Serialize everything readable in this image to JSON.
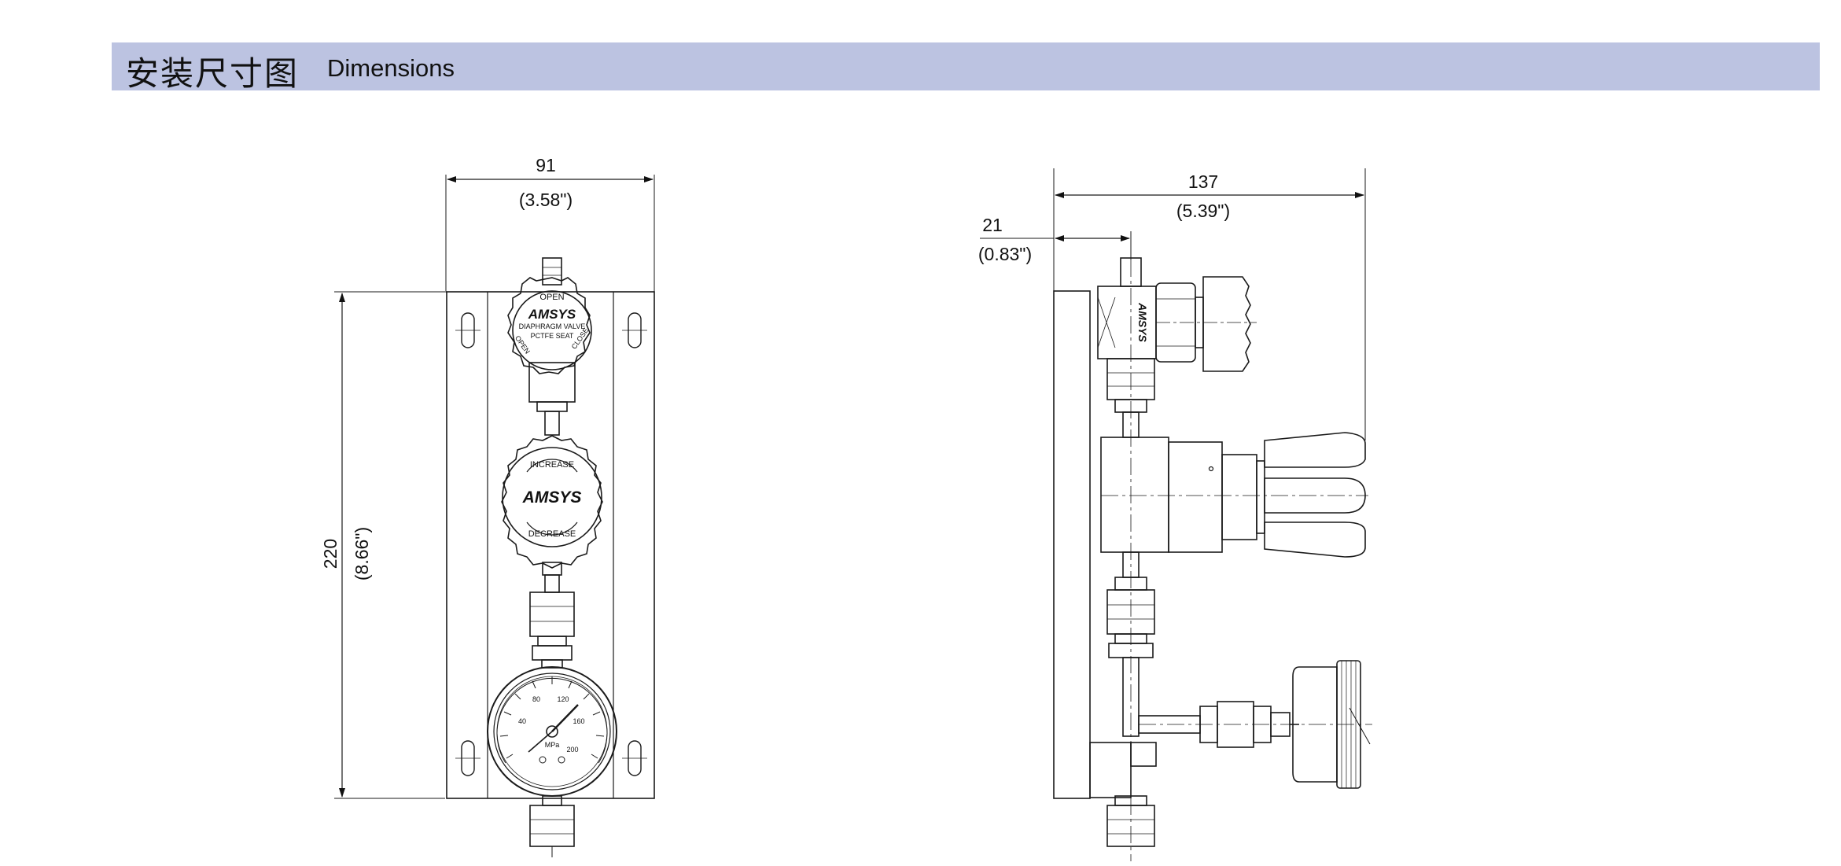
{
  "header": {
    "title_zh": "安装尺寸图",
    "title_en": "Dimensions",
    "bar_color": "#bcc3e1"
  },
  "front_view": {
    "width_mm": "91",
    "width_in": "(3.58\")",
    "height_mm": "220",
    "height_in": "(8.66\")",
    "valve_label_open_top": "OPEN",
    "valve_label_open_side": "OPEN",
    "valve_label_close": "CLOSE",
    "valve_brand": "AMSYS",
    "valve_text_1": "DIAPHRAGM VALVE",
    "valve_text_2": "PCTFE SEAT",
    "regulator_increase": "INCREASE",
    "regulator_brand": "AMSYS",
    "regulator_decrease": "DECREASE",
    "gauge_ticks": [
      "80",
      "120",
      "160",
      "40",
      "200"
    ],
    "gauge_unit": "MPa"
  },
  "side_view": {
    "depth_mm": "137",
    "depth_in": "(5.39\")",
    "offset_mm": "21",
    "offset_in": "(0.83\")",
    "valve_brand": "AMSYS"
  },
  "colors": {
    "line": "#1a1a1a",
    "dimension": "#111111"
  }
}
